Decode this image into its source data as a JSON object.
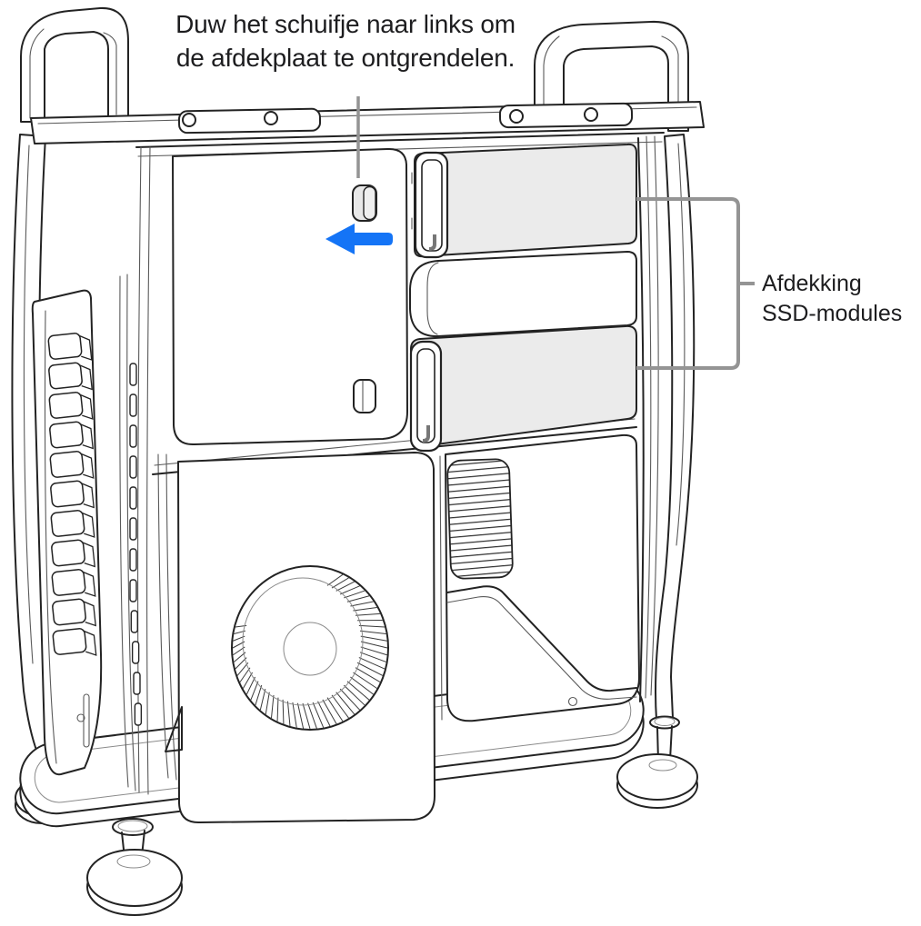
{
  "colors": {
    "line": "#1d1d1f",
    "shade": "#ebebeb",
    "arrow_blue": "#1474f6",
    "callout_gray": "#949494",
    "text": "#1d1d1f",
    "background": "#ffffff"
  },
  "callouts": {
    "slider_note_line1": "Duw het schuifje naar links om",
    "slider_note_line2": "de afdekplaat te ontgrendelen.",
    "ssd_label_line1": "Afdekking",
    "ssd_label_line2": "SSD-modules"
  }
}
